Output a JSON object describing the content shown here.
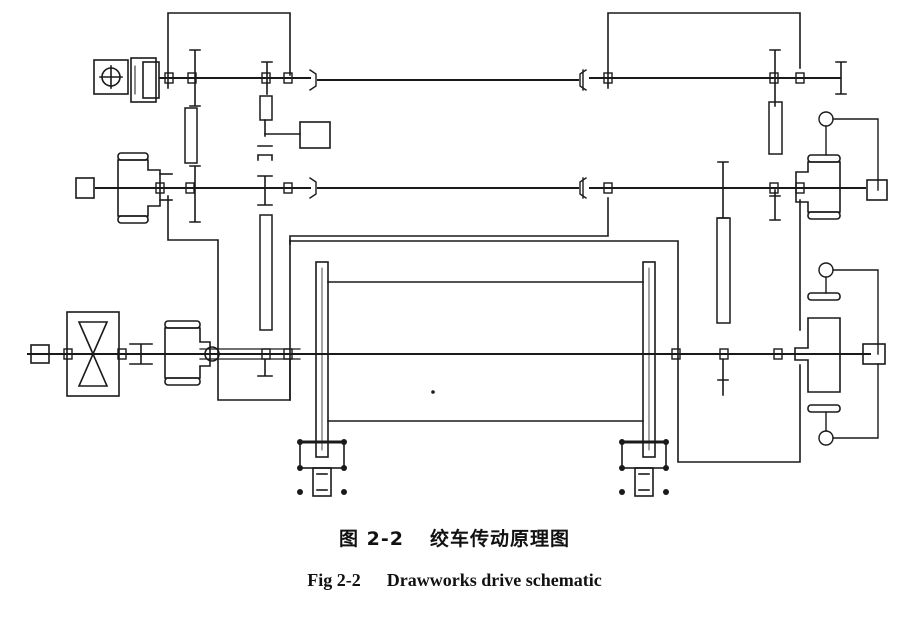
{
  "figure": {
    "caption_cn_number": "图 2-2",
    "caption_cn_text": "绞车传动原理图",
    "caption_en_number": "Fig 2-2",
    "caption_en_text": "Drawworks drive schematic"
  },
  "colors": {
    "line": "#1a1a1a",
    "background": "#ffffff"
  }
}
